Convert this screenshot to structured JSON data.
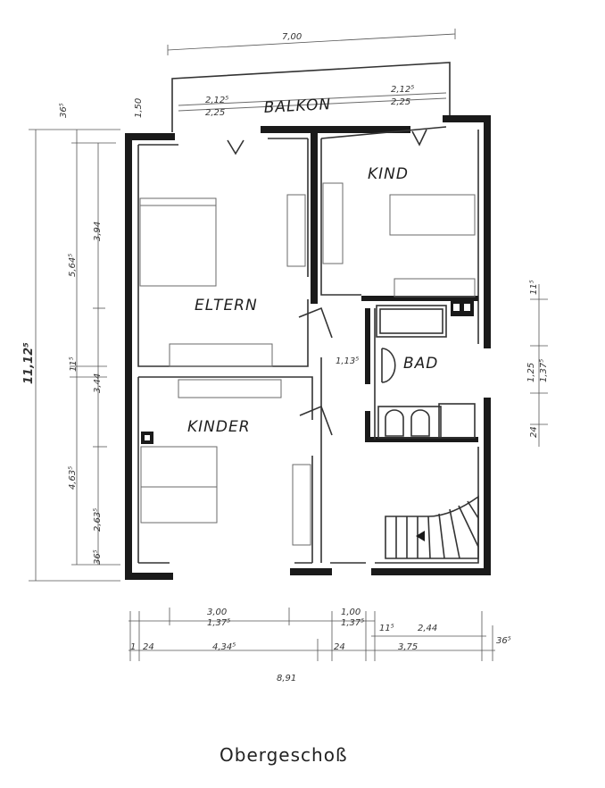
{
  "rooms": {
    "balkon": "BALKON",
    "eltern": "ELTERN",
    "kind": "KIND",
    "kinder": "KINDER",
    "bad": "BAD"
  },
  "title": "Obergeschoß",
  "dimensions": {
    "top_total": "7,00",
    "balcony_depth": "1,50",
    "balcony_left_upper": "2,12⁵",
    "balcony_left_lower": "2,25",
    "balcony_right_upper": "2,12⁵",
    "balcony_right_lower": "2,25",
    "corridor_width": "1,13⁵",
    "left_total": "11,12⁵",
    "left_upper_part": "5,64⁵",
    "left_upper_inner": "3,94",
    "left_wall": "11⁵",
    "left_lower_inner": "3,44",
    "left_lower_part": "4,63⁵",
    "left_lower_small": "2,63⁵",
    "left_wall_top": "36⁵",
    "left_wall_bottom": "36⁵",
    "right_top": "11⁵",
    "right_mid_a": "1,25",
    "right_mid_b": "1,37⁵",
    "right_bottom": "24",
    "bottom_a_upper": "3,00",
    "bottom_a_lower": "1,37⁵",
    "bottom_b_upper": "1,00",
    "bottom_b_lower": "1,37⁵",
    "bottom_wall_a": "24",
    "bottom_wall_b": "11⁵",
    "bottom_c_upper": "2,44",
    "bottom_total_left": "4,34⁵",
    "bottom_wall_c": "24",
    "bottom_c_lower": "3,75",
    "bottom_wall_d": "36⁵",
    "bottom_edge": "1",
    "bottom_edge_b": "24",
    "bottom_total": "8,91"
  }
}
